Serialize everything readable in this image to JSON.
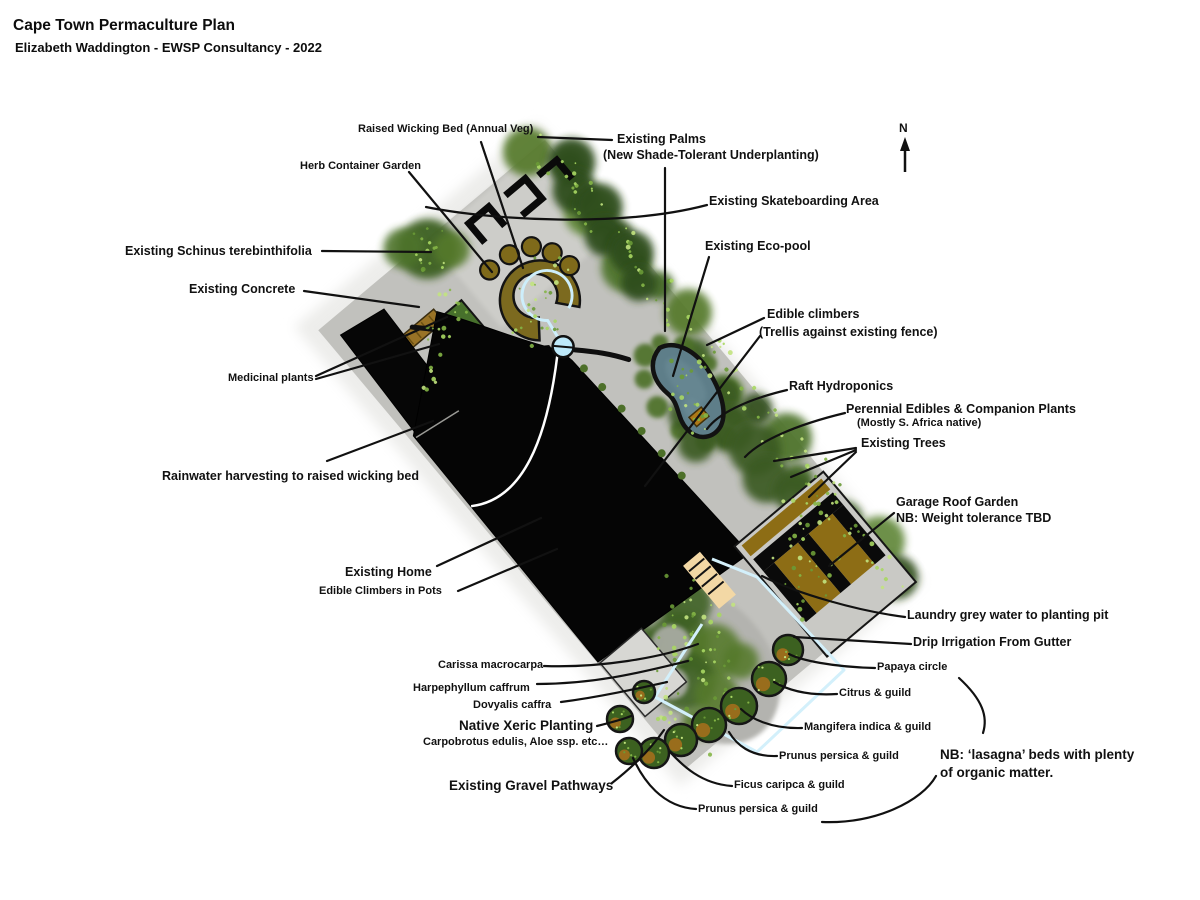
{
  "header": {
    "title": "Cape Town Permaculture Plan",
    "subtitle": "Elizabeth Waddington - EWSP Consultancy - 2022"
  },
  "compass": {
    "label": "N"
  },
  "annotations": {
    "raised_wicking_bed": "Raised Wicking Bed (Annual Veg)",
    "herb_container_garden": "Herb Container Garden",
    "existing_palms": "Existing Palms",
    "existing_palms_sub": "(New Shade-Tolerant Underplanting)",
    "skateboarding": "Existing Skateboarding Area",
    "eco_pool": "Existing Eco-pool",
    "schinus": "Existing Schinus terebinthifolia",
    "concrete": "Existing Concrete",
    "edible_climbers": "Edible climbers",
    "edible_climbers_sub": "(Trellis against existing fence)",
    "medicinal": "Medicinal plants",
    "raft_hydroponics": "Raft Hydroponics",
    "perennial": "Perennial Edibles & Companion Plants",
    "perennial_sub": "(Mostly S. Africa native)",
    "existing_trees": "Existing Trees",
    "garage_roof": "Garage Roof Garden",
    "garage_roof_sub": "NB: Weight tolerance TBD",
    "laundry": "Laundry grey water to planting pit",
    "drip": "Drip Irrigation From Gutter",
    "papaya": "Papaya circle",
    "citrus": "Citrus & guild",
    "mangifera": "Mangifera indica & guild",
    "prunus_1": "Prunus persica & guild",
    "ficus": "Ficus caripca & guild",
    "prunus_2": "Prunus persica & guild",
    "nb_lasagna_1": "NB: ‘lasagna’ beds with plenty",
    "nb_lasagna_2": "of organic matter.",
    "carissa": "Carissa macrocarpa",
    "harpephyllum": "Harpephyllum caffrum",
    "dovyalis": "Dovyalis caffra",
    "native_xeric": "Native Xeric Planting",
    "native_xeric_sub": "Carpobrotus edulis, Aloe ssp. etc…",
    "gravel_pathways": "Existing Gravel Pathways",
    "rainwater": "Rainwater harvesting to raised wicking bed",
    "existing_home": "Existing Home",
    "climbers_pots": "Edible Climbers in Pots"
  },
  "palette": {
    "ground_grey": "#c1c1bd",
    "shadow_grey": "#ededeb",
    "house_black": "#060606",
    "pool_blue": "#5e7e89",
    "bed_olive": "#7c6a1f",
    "bed_brown": "#8d6d15",
    "tank_blue": "#bde9fa",
    "drip_line_blue": "#d3f0fb",
    "canopy_dark": "#3c6120",
    "canopy_mid": "#55792c",
    "speckle_light": "#a9d763",
    "guild_orange": "#b0701c",
    "tan_strip": "#f3d8a5",
    "label_ink": "#111111"
  }
}
